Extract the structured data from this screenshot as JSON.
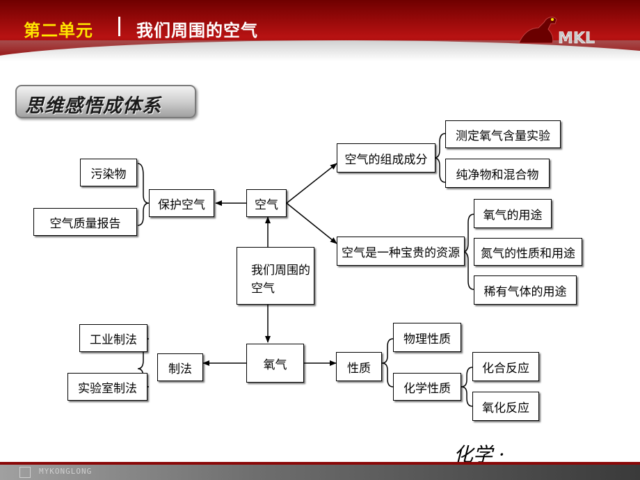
{
  "header": {
    "unit": "第二单元",
    "title": "我们周围的空气",
    "logo_text": "MKL"
  },
  "banner": {
    "text": "思维感悟成体系"
  },
  "diagram": {
    "center": "我们周围的空气",
    "air": "空气",
    "protect_air": "保护空气",
    "pollutants": "污染物",
    "air_quality_report": "空气质量报告",
    "air_composition": "空气的组成成分",
    "measure_oxygen": "测定氧气含量实验",
    "pure_mixture": "纯净物和混合物",
    "air_resource": "空气是一种宝贵的资源",
    "oxygen_use": "氧气的用途",
    "nitrogen": "氮气的性质和用途",
    "noble_gas": "稀有气体的用途",
    "oxygen": "氧气",
    "preparation": "制法",
    "industrial": "工业制法",
    "laboratory": "实验室制法",
    "properties": "性质",
    "physical": "物理性质",
    "chemical": "化学性质",
    "combination": "化合反应",
    "oxidation": "氧化反应"
  },
  "footer": {
    "brand": "MYKONGLONG",
    "subject": "化学 ·"
  },
  "colors": {
    "header_red": "#9a0a0a",
    "unit_yellow": "#ffe600"
  }
}
